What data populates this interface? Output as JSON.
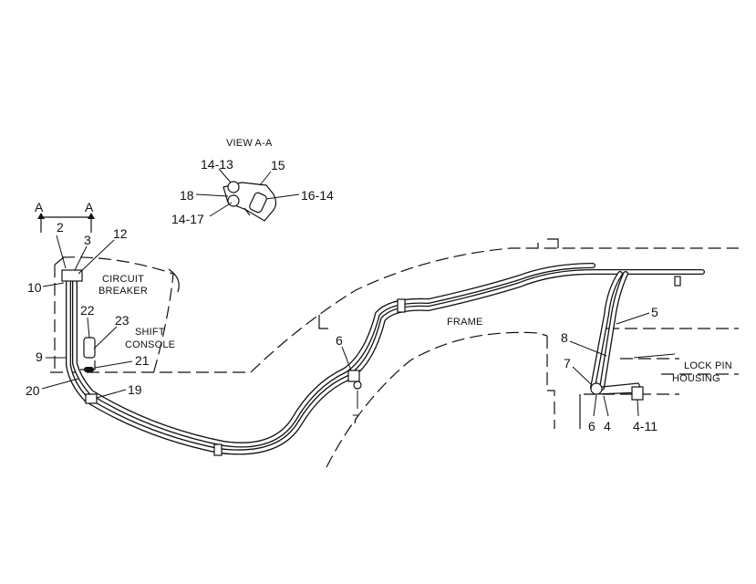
{
  "view_title": "VIEW A-A",
  "section_marks": {
    "left": "A",
    "right": "A"
  },
  "callouts": {
    "c_14_13": "14-13",
    "c_15": "15",
    "c_18": "18",
    "c_16_14": "16-14",
    "c_14_17": "14-17",
    "c_2": "2",
    "c_3": "3",
    "c_12": "12",
    "c_10": "10",
    "c_22": "22",
    "c_23": "23",
    "c_9": "9",
    "c_21": "21",
    "c_20": "20",
    "c_19": "19",
    "c_6_mid": "6",
    "c_7_mid": "7",
    "c_5": "5",
    "c_8": "8",
    "c_7_right": "7",
    "c_6_right": "6",
    "c_4": "4",
    "c_4_11": "4-11"
  },
  "labels": {
    "circuit_line1": "CIRCUIT",
    "circuit_line2": "BREAKER",
    "shift_line1": "SHIFT",
    "shift_line2": "CONSOLE",
    "frame": "FRAME",
    "lockpin_line1": "LOCK PIN",
    "lockpin_line2": "HOUSING"
  }
}
